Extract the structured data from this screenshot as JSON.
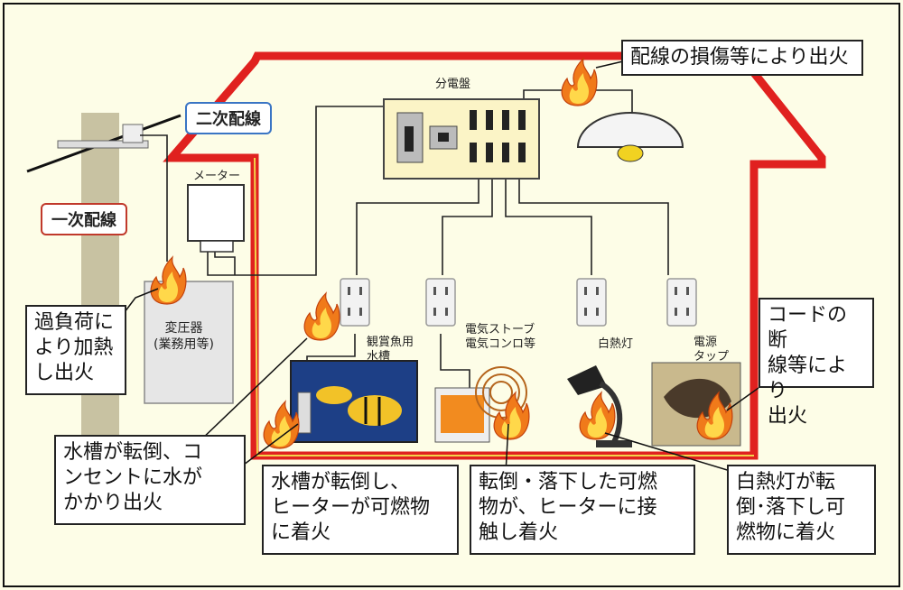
{
  "labels": {
    "bunden": "分電盤",
    "meter": "メーター",
    "hentaiki": "変圧器\n(業務用等)",
    "aquarium": "観賞魚用\n水槽",
    "stove": "電気ストーブ\n電気コンロ等",
    "lamp": "白熱灯",
    "tap": "電源\nタップ"
  },
  "tags": {
    "niji": "二次配線",
    "ichiji": "一次配線"
  },
  "callouts": {
    "wiring_damage": "配線の損傷等により出火",
    "overload": "過負荷に\nより加熱\nし出火",
    "cord": "コードの断\n線等により\n出火",
    "tank_outlet": "水槽が転倒、コ\nンセントに水が\nかかり出火",
    "tank_heater": "水槽が転倒し、\nヒーターが可燃物\nに着火",
    "fall_heater": "転倒・落下した可燃\n物が、ヒーターに接\n触し着火",
    "lamp_fall": "白熱灯が転\n倒･落下し可\n燃物に着火"
  },
  "colors": {
    "house_outline": "#e0211f",
    "panel_fill": "#fbf4c6",
    "niji_border": "#3a75c4",
    "ichiji_border": "#c0392b",
    "pole": "#c8c2a2",
    "flame_outer": "#f07a1a",
    "flame_inner": "#ffd84a"
  },
  "icons": [
    "flame-icon",
    "outlet-icon",
    "lamp-icon",
    "fish-tank-icon",
    "heater-icon"
  ]
}
